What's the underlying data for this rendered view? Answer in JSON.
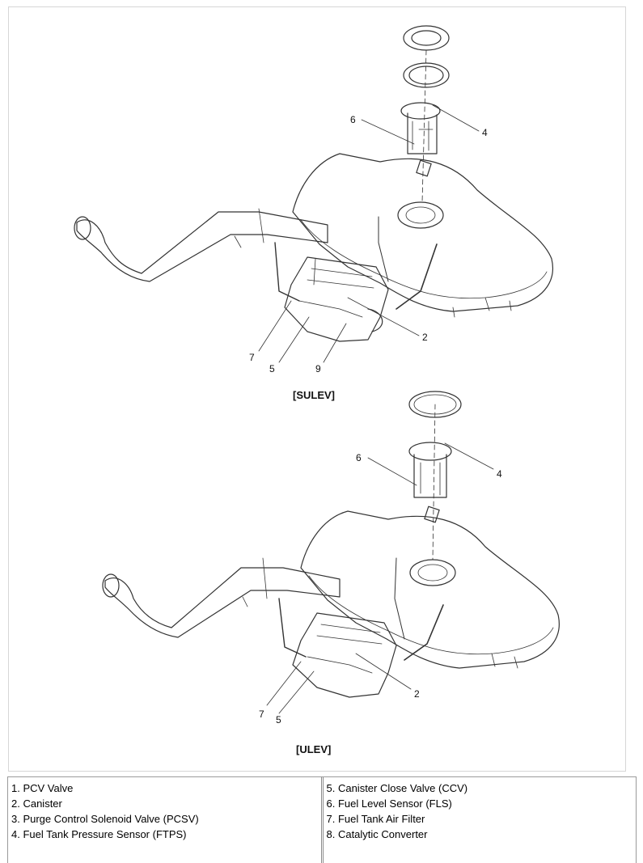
{
  "figure": {
    "views": [
      {
        "caption": "[SULEV]",
        "callouts": [
          "6",
          "4",
          "2",
          "7",
          "5",
          "9"
        ]
      },
      {
        "caption": "[ULEV]",
        "callouts": [
          "6",
          "4",
          "2",
          "7",
          "5"
        ]
      }
    ]
  },
  "legend": {
    "left": [
      "1. PCV Valve",
      "2. Canister",
      "3. Purge Control Solenoid Valve (PCSV)",
      "4. Fuel Tank Pressure Sensor (FTPS)"
    ],
    "right": [
      "5. Canister Close Valve (CCV)",
      "6. Fuel Level Sensor (FLS)",
      "7. Fuel Tank Air Filter",
      "8. Catalytic Converter"
    ]
  }
}
